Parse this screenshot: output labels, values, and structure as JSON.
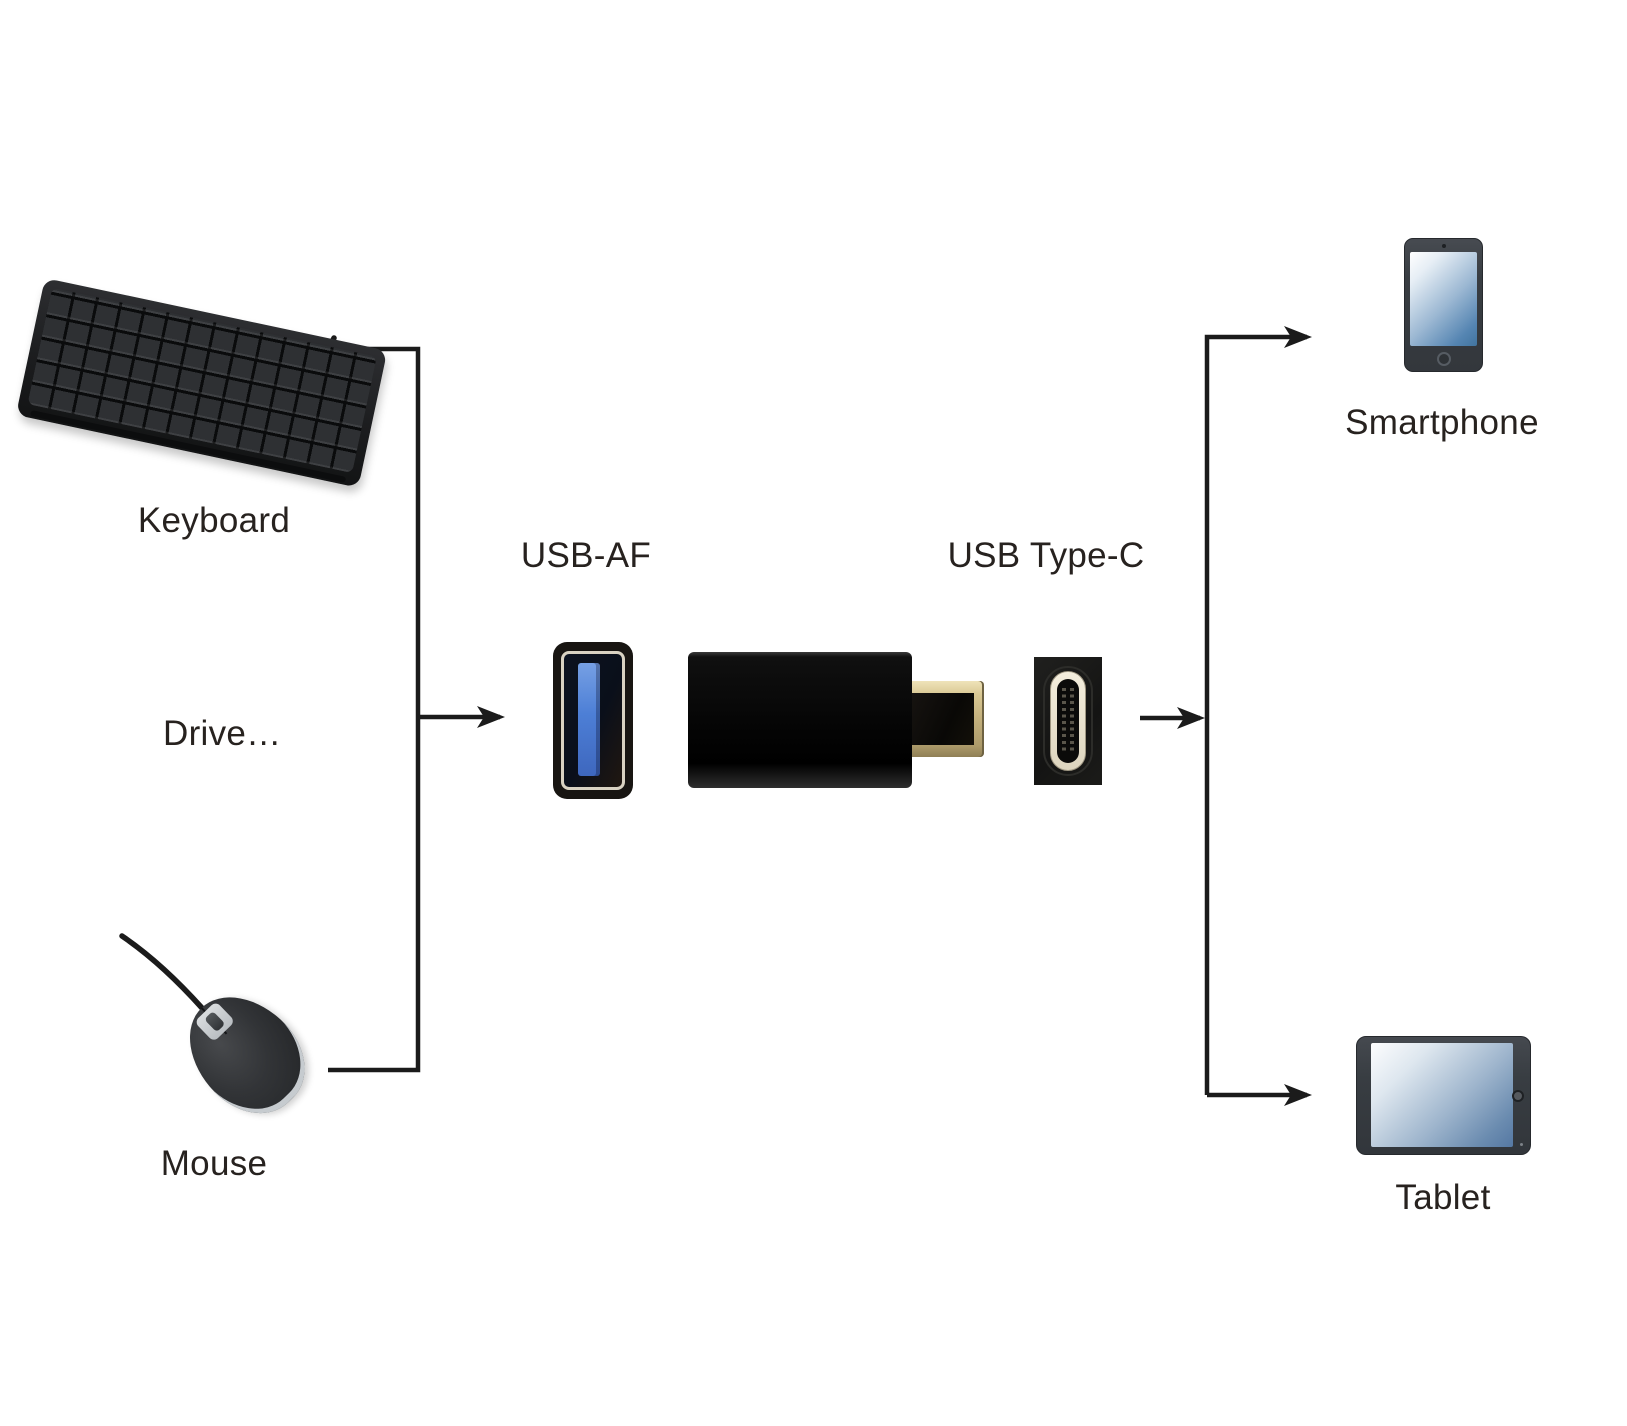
{
  "labels": {
    "keyboard": "Keyboard",
    "drive": "Drive…",
    "mouse": "Mouse",
    "usb_af": "USB-AF",
    "usb_type_c": "USB Type-C",
    "smartphone": "Smartphone",
    "tablet": "Tablet"
  },
  "colors": {
    "background": "#ffffff",
    "line": "#1b1b1b",
    "text": "#27221f",
    "usb3_tongue_blue": "#4d7fd6",
    "connector_gold": "#c3b07c",
    "device_screen_blue": "#41749f",
    "device_body_gray": "#383d42"
  },
  "icons": [
    {
      "name": "keyboard-image",
      "depicts": "wired black computer keyboard"
    },
    {
      "name": "mouse-image",
      "depicts": "wired black computer mouse"
    },
    {
      "name": "usb-af-port-image",
      "depicts": "USB 3.0 type A female socket with blue tongue"
    },
    {
      "name": "usb-adapter-image",
      "depicts": "black USB-AF to USB Type-C adapter with gold plug"
    },
    {
      "name": "usb-c-port-image",
      "depicts": "USB Type-C female socket"
    },
    {
      "name": "smartphone-image",
      "depicts": "smartphone with blue screen"
    },
    {
      "name": "tablet-image",
      "depicts": "tablet with blue screen"
    }
  ],
  "connections": {
    "sources_to_adapter": [
      "Keyboard",
      "Drive…",
      "Mouse"
    ],
    "adapter_to_targets": [
      "Smartphone",
      "Tablet"
    ]
  }
}
